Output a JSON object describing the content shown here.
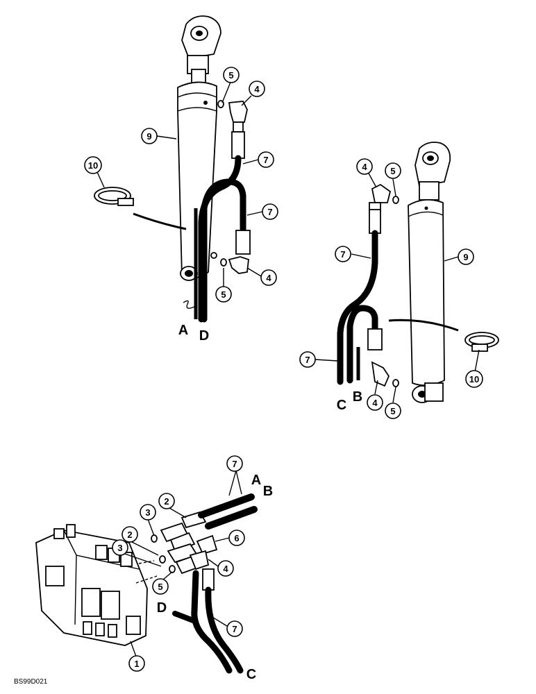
{
  "diagram": {
    "callouts": {
      "left_cylinder": [
        "5",
        "4",
        "9",
        "7",
        "10",
        "7",
        "5",
        "4"
      ],
      "right_cylinder": [
        "4",
        "5",
        "7",
        "9",
        "7",
        "4",
        "5",
        "10"
      ],
      "valve_group": [
        "7",
        "2",
        "3",
        "2",
        "3",
        "6",
        "4",
        "5",
        "7",
        "1"
      ]
    },
    "letters": {
      "left": [
        "A",
        "D"
      ],
      "right": [
        "C",
        "B"
      ],
      "valve": [
        "A",
        "B",
        "D",
        "C"
      ]
    },
    "code": "BS99D021"
  }
}
